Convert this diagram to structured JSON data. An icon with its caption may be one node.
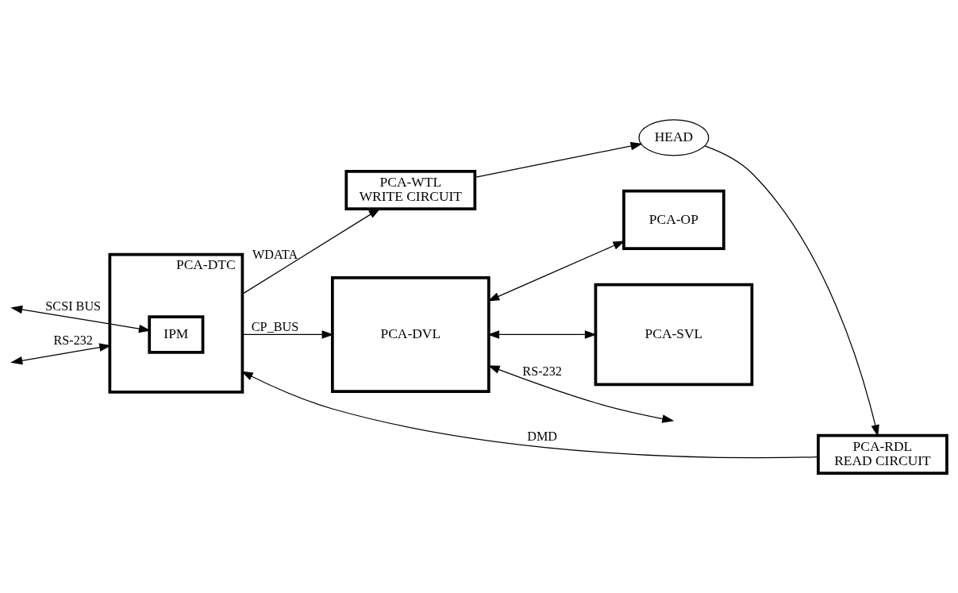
{
  "diagram": {
    "nodes": [
      {
        "text": [
          "PCA-DTC"
        ]
      },
      {
        "text": [
          "IPM"
        ],
        "in": 0
      },
      {
        "text": [
          "PCA-RDL",
          "READ CIRCUIT"
        ]
      },
      {
        "text": [
          "PCA-WTL",
          "WRITE CIRCUIT"
        ]
      },
      {
        "text": [
          "HEAD"
        ]
      },
      {
        "text": [
          "PCA-DVL"
        ]
      },
      {
        "text": [
          "PCA-OP"
        ]
      },
      {
        "text": [
          "PCA-SVL"
        ]
      }
    ],
    "edges": [
      {
        "from": null,
        "to": 1,
        "arrow": "both",
        "label": "SCSI BUS"
      },
      {
        "from": null,
        "to": 0,
        "arrow": "both",
        "label": "RS-232"
      },
      {
        "from": 2,
        "to": 0,
        "arrow": "to",
        "label": "DMD"
      },
      {
        "from": 0,
        "to": 3,
        "arrow": "to",
        "label": "WDATA"
      },
      {
        "from": 4,
        "to": 2,
        "arrow": "to"
      },
      {
        "from": 3,
        "to": 4,
        "arrow": "to"
      },
      {
        "from": 0,
        "to": 5,
        "arrow": "to",
        "label": "CP_BUS"
      },
      {
        "from": 5,
        "to": 6,
        "arrow": "both"
      },
      {
        "from": 5,
        "to": null,
        "arrow": "both",
        "label": "RS-232"
      },
      {
        "from": 5,
        "to": 7,
        "arrow": "both"
      }
    ]
  }
}
